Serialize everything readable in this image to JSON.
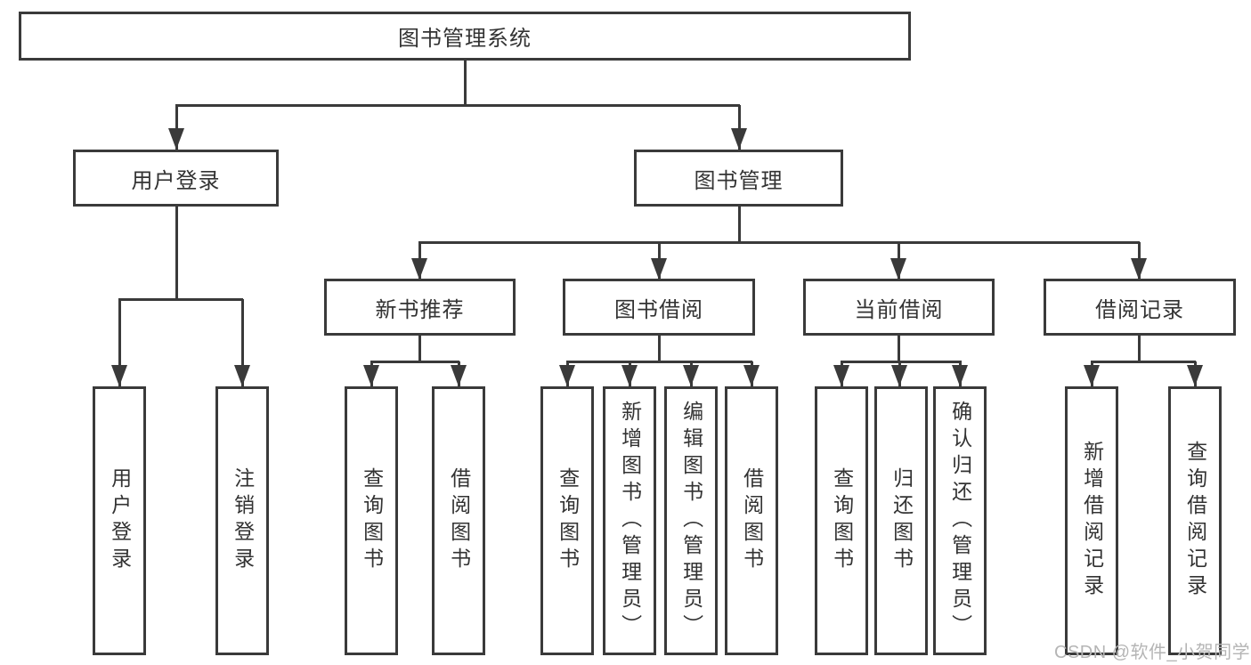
{
  "root": {
    "label": "图书管理系统"
  },
  "login": {
    "label": "用户登录",
    "children": [
      {
        "label": "用户登录"
      },
      {
        "label": "注销登录"
      }
    ]
  },
  "mgmt": {
    "label": "图书管理",
    "children": [
      {
        "label": "新书推荐",
        "children": [
          {
            "label": "查询图书"
          },
          {
            "label": "借阅图书"
          }
        ]
      },
      {
        "label": "图书借阅",
        "children": [
          {
            "label": "查询图书"
          },
          {
            "label": "新增图书（管理员）"
          },
          {
            "label": "编辑图书（管理员）"
          },
          {
            "label": "借阅图书"
          }
        ]
      },
      {
        "label": "当前借阅",
        "children": [
          {
            "label": "查询图书"
          },
          {
            "label": "归还图书"
          },
          {
            "label": "确认归还（管理员）"
          }
        ]
      },
      {
        "label": "借阅记录",
        "children": [
          {
            "label": "新增借阅记录"
          },
          {
            "label": "查询借阅记录"
          }
        ]
      }
    ]
  },
  "watermark": {
    "text": "CSDN @软件_小贺同学"
  },
  "colors": {
    "line": "#3a3a3a",
    "text": "#333333",
    "watermark": "#b5b5b5",
    "background": "#ffffff"
  }
}
